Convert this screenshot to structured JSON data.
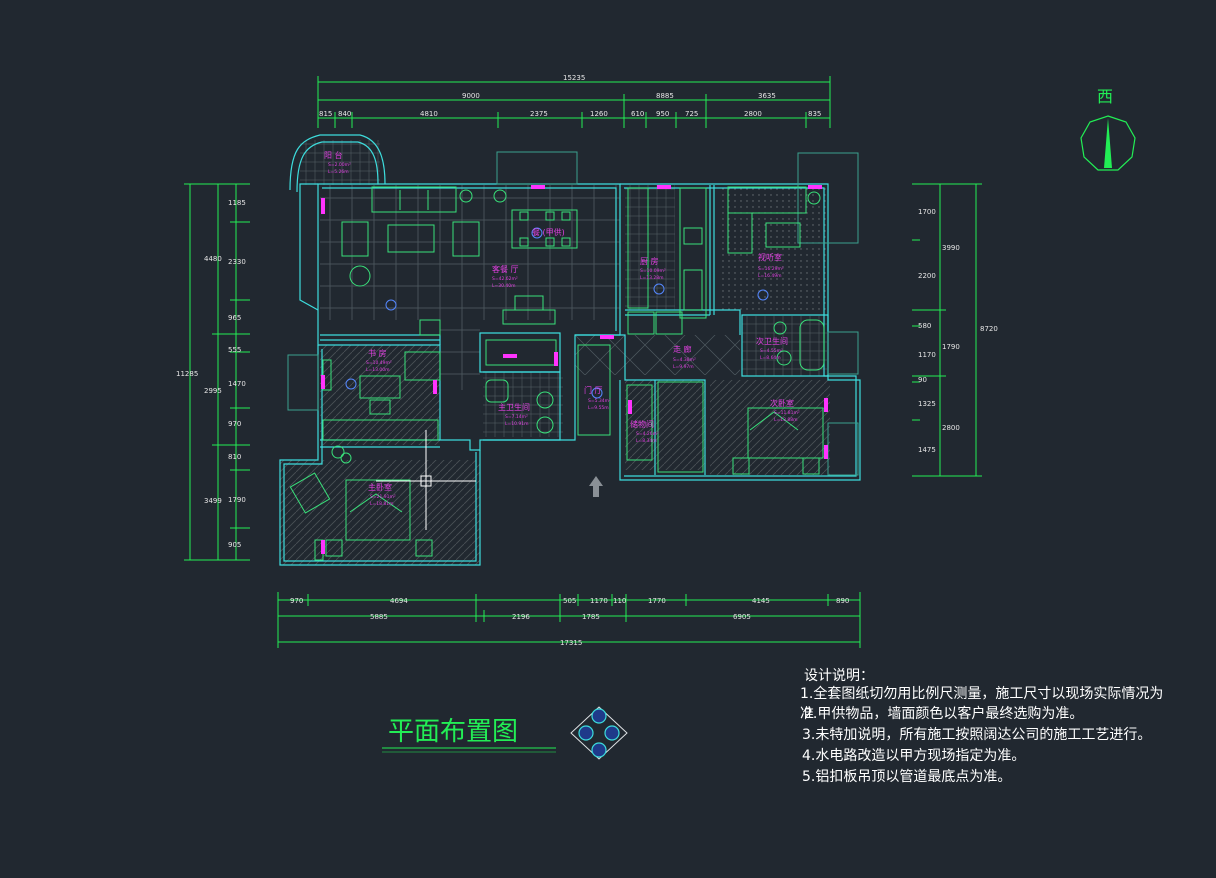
{
  "drawing_title": "平面布置图",
  "compass_label": "西",
  "notes": {
    "heading": "设计说明：",
    "items": [
      "1.全套图纸切勿用比例尺测量，施工尺寸以现场实际情况为",
      "2.甲供物品，墙面颜色以客户最终选购为准。",
      "准",
      "3.未特加说明，所有施工按照阔达公司的施工工艺进行。",
      "4.水电路改造以甲方现场指定为准。",
      "5.铝扣板吊顶以管道最底点为准。"
    ]
  },
  "rooms": [
    {
      "name": "阳 台",
      "area": "S=2.00m²",
      "perim": "L=5.26m"
    },
    {
      "name": "客餐 厅",
      "area": "S=42.62m²",
      "perim": "L=30.40m"
    },
    {
      "name": "餐 (甲供)",
      "area": "",
      "perim": ""
    },
    {
      "name": "厨 房",
      "area": "S=10.09m²",
      "perim": "L=13.28m"
    },
    {
      "name": "视听室",
      "area": "S=16.29m²",
      "perim": "L=16.49m"
    },
    {
      "name": "书 房",
      "area": "S=10.49m²",
      "perim": "L=13.00m"
    },
    {
      "name": "主卫生间",
      "area": "S=7.14m²",
      "perim": "L=10.91m"
    },
    {
      "name": "门 厅",
      "area": "S=5.34m²",
      "perim": "L=9.55m"
    },
    {
      "name": "走 廊",
      "area": "S=4.38m²",
      "perim": "L=9.97m"
    },
    {
      "name": "次卫生间",
      "area": "S=4.55m²",
      "perim": "L=8.64m"
    },
    {
      "name": "储物间",
      "area": "S=4.26m²",
      "perim": "L=8.34m"
    },
    {
      "name": "次卧室",
      "area": "S=11.81m²",
      "perim": "L=13.88m"
    },
    {
      "name": "主卧室",
      "area": "S=21.91m²",
      "perim": "L=18.81m"
    }
  ],
  "dimensions": {
    "top_total": "15235",
    "top_sub": [
      "9000",
      "8885",
      "3635"
    ],
    "top_detail": [
      "815",
      "840",
      "4810",
      "2375",
      "1260",
      "610",
      "950",
      "725",
      "2800",
      "835"
    ],
    "bottom_detail": [
      "970",
      "4694",
      "505",
      "1170",
      "110",
      "1770",
      "4145",
      "890"
    ],
    "bottom_sub": [
      "5885",
      "2196",
      "1785",
      "6905"
    ],
    "bottom_total": "17315",
    "left_total": "11285",
    "left_sub": [
      "4480",
      "2995",
      "3499"
    ],
    "left_detail": [
      "1185",
      "2330",
      "965",
      "555",
      "1470",
      "970",
      "810",
      "1790",
      "905"
    ],
    "right_total": "8720",
    "right_sub": [
      "3990",
      "1790",
      "2800"
    ],
    "right_detail": [
      "1700",
      "2200",
      "580",
      "1170",
      "90",
      "1325",
      "1475"
    ]
  }
}
